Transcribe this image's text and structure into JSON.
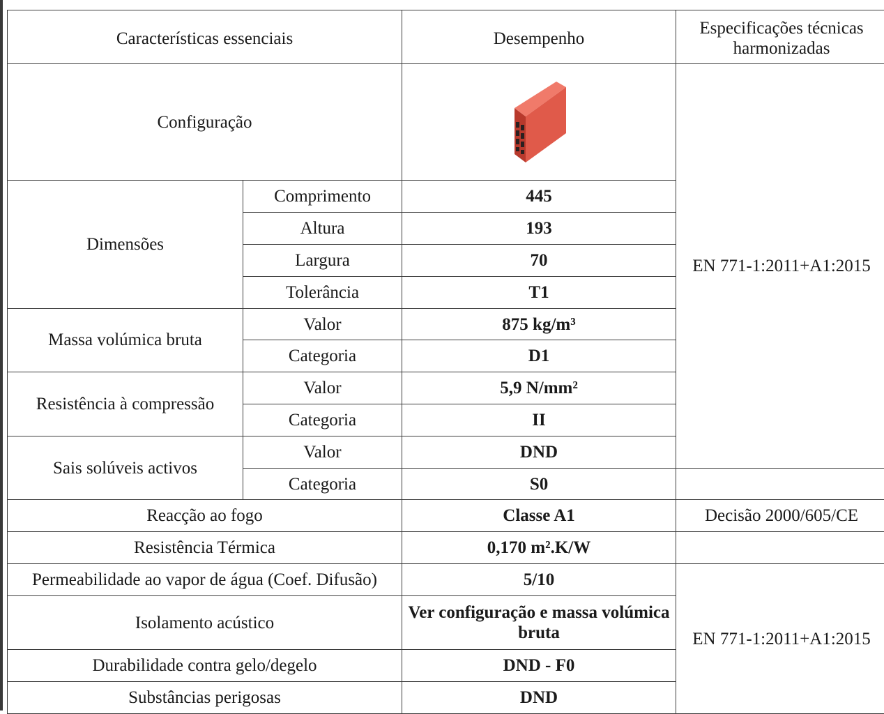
{
  "headers": {
    "col1": "Características essenciais",
    "col2": "Desempenho",
    "col3": "Especificações técnicas harmonizadas"
  },
  "configuracao": {
    "label": "Configuração",
    "image": "perforated-brick-icon",
    "brick_color": "#e05a4a"
  },
  "dimensoes": {
    "label": "Dimensões",
    "rows": [
      {
        "sub": "Comprimento",
        "value": "445"
      },
      {
        "sub": "Altura",
        "value": "193"
      },
      {
        "sub": "Largura",
        "value": "70"
      },
      {
        "sub": "Tolerância",
        "value": "T1"
      }
    ]
  },
  "massa": {
    "label": "Massa volúmica bruta",
    "rows": [
      {
        "sub": "Valor",
        "value": "875 kg/m³"
      },
      {
        "sub": "Categoria",
        "value": "D1"
      }
    ]
  },
  "compressao": {
    "label": "Resistência à compressão",
    "rows": [
      {
        "sub": "Valor",
        "value": "5,9 N/mm²"
      },
      {
        "sub": "Categoria",
        "value": "II"
      }
    ]
  },
  "sais": {
    "label": "Sais solúveis activos",
    "rows": [
      {
        "sub": "Valor",
        "value": "DND"
      },
      {
        "sub": "Categoria",
        "value": "S0"
      }
    ]
  },
  "simple_rows": [
    {
      "label": "Reacção ao fogo",
      "value": "Classe A1"
    },
    {
      "label": "Resistência Térmica",
      "value": "0,170 m².K/W"
    },
    {
      "label": "Permeabilidade ao vapor de água (Coef. Difusão)",
      "value": "5/10"
    },
    {
      "label": "Isolamento acústico",
      "value": "Ver configuração e massa volúmica bruta"
    },
    {
      "label": "Durabilidade contra gelo/degelo",
      "value": "DND - F0"
    },
    {
      "label": "Substâncias perigosas",
      "value": "DND"
    }
  ],
  "specs": {
    "en_upper": "EN 771-1:2011+A1:2015",
    "decisao": "Decisão 2000/605/CE",
    "en_lower": "EN 771-1:2011+A1:2015"
  }
}
